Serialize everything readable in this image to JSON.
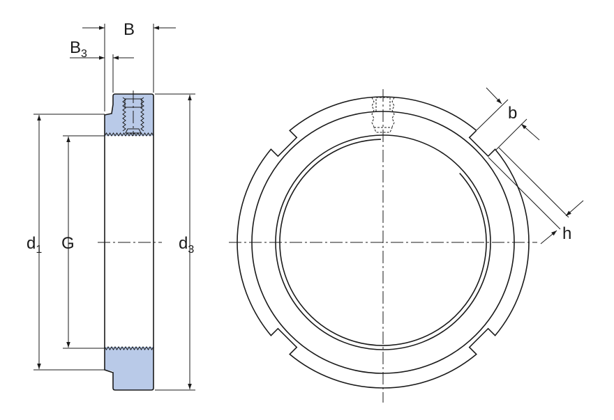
{
  "labels": {
    "B": "B",
    "B3_main": "B",
    "B3_sub": "3",
    "d1_main": "d",
    "d1_sub": "1",
    "G": "G",
    "d3_main": "d",
    "d3_sub": "3",
    "b": "b",
    "h": "h"
  },
  "colors": {
    "section_fill": "#b9cae8",
    "line": "#1a1a1a"
  }
}
